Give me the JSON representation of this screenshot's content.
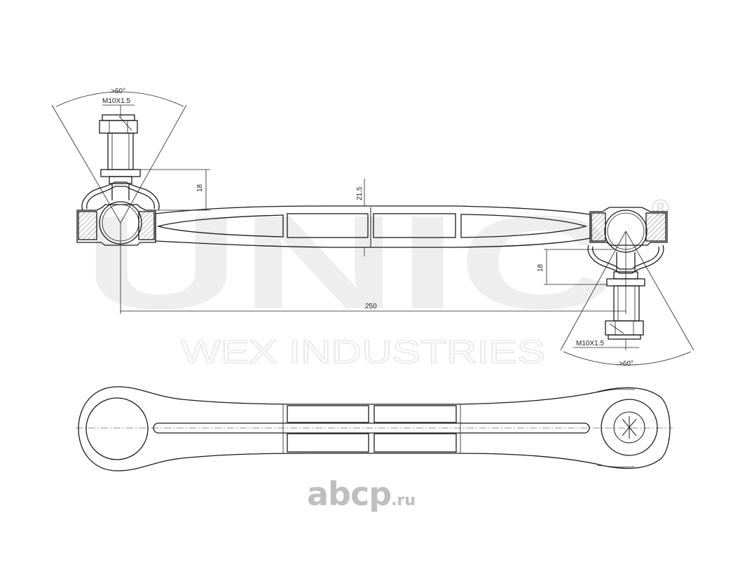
{
  "watermark": {
    "brand": "UNIC",
    "registered": "®",
    "subtitle": "WEX INDUSTRIES"
  },
  "dimensions": {
    "angle_top": ">60°",
    "thread_top": "M10X1.5",
    "height_left": "18",
    "offset_center": "21.5",
    "height_right": "18",
    "length": "250",
    "thread_bottom": "M10X1.5",
    "angle_bottom": ">60°"
  },
  "footer_logo": {
    "main": "abcp",
    "tld": ".ru"
  }
}
